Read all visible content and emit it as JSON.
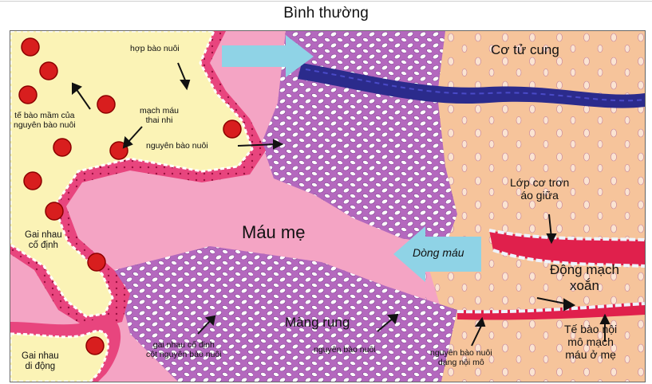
{
  "title": "Bình thường",
  "labels": {
    "hop_bao_nuoi": "hợp bào nuôi",
    "te_bao_mam": [
      "tế bào mầm của",
      "nguyên bào nuôi"
    ],
    "mach_mau_thai_nhi": [
      "mạch máu",
      "thai nhi"
    ],
    "nguyen_bao_nuoi_top": "nguyên bào nuôi",
    "co_tu_cung": "Cơ tử cung",
    "lop_co_tron": [
      "Lớp cơ trơn",
      "áo giữa"
    ],
    "mau_me": "Máu mẹ",
    "dong_mau": "Dòng máu",
    "dong_mach_xoan": [
      "Động mạch",
      "xoắn"
    ],
    "gai_nhau_co_dinh": [
      "Gai nhau",
      "cố định"
    ],
    "gai_nhau_di_dong": [
      "Gai nhau",
      "di động"
    ],
    "gai_nhau_cot": [
      "gai nhau cố định",
      "cột nguyên bào nuôi"
    ],
    "mang_rung": "Màng rụng",
    "nguyen_bao_nuoi_mid": "nguyên bào nuôi",
    "nguyen_bao_nuoi_noi_mo": [
      "nguyên bào nuôi",
      "dạng nội mô"
    ],
    "te_bao_noi_mo": [
      "Tế bào nội",
      "mô mạch",
      "máu ở mẹ"
    ]
  },
  "colors": {
    "maternal_blood": "#f4a4c4",
    "villus_core": "#fbf3b6",
    "trophoblast": "#e8457e",
    "fetal_vessel": "#d81e1e",
    "decidua": "#b468be",
    "myometrium": "#f6c49b",
    "spiral_artery": "#2b2b8c",
    "smooth_muscle": "#e0204c",
    "flow_arrow": "#8fd3e6",
    "endothelium": "#eef4ff"
  }
}
